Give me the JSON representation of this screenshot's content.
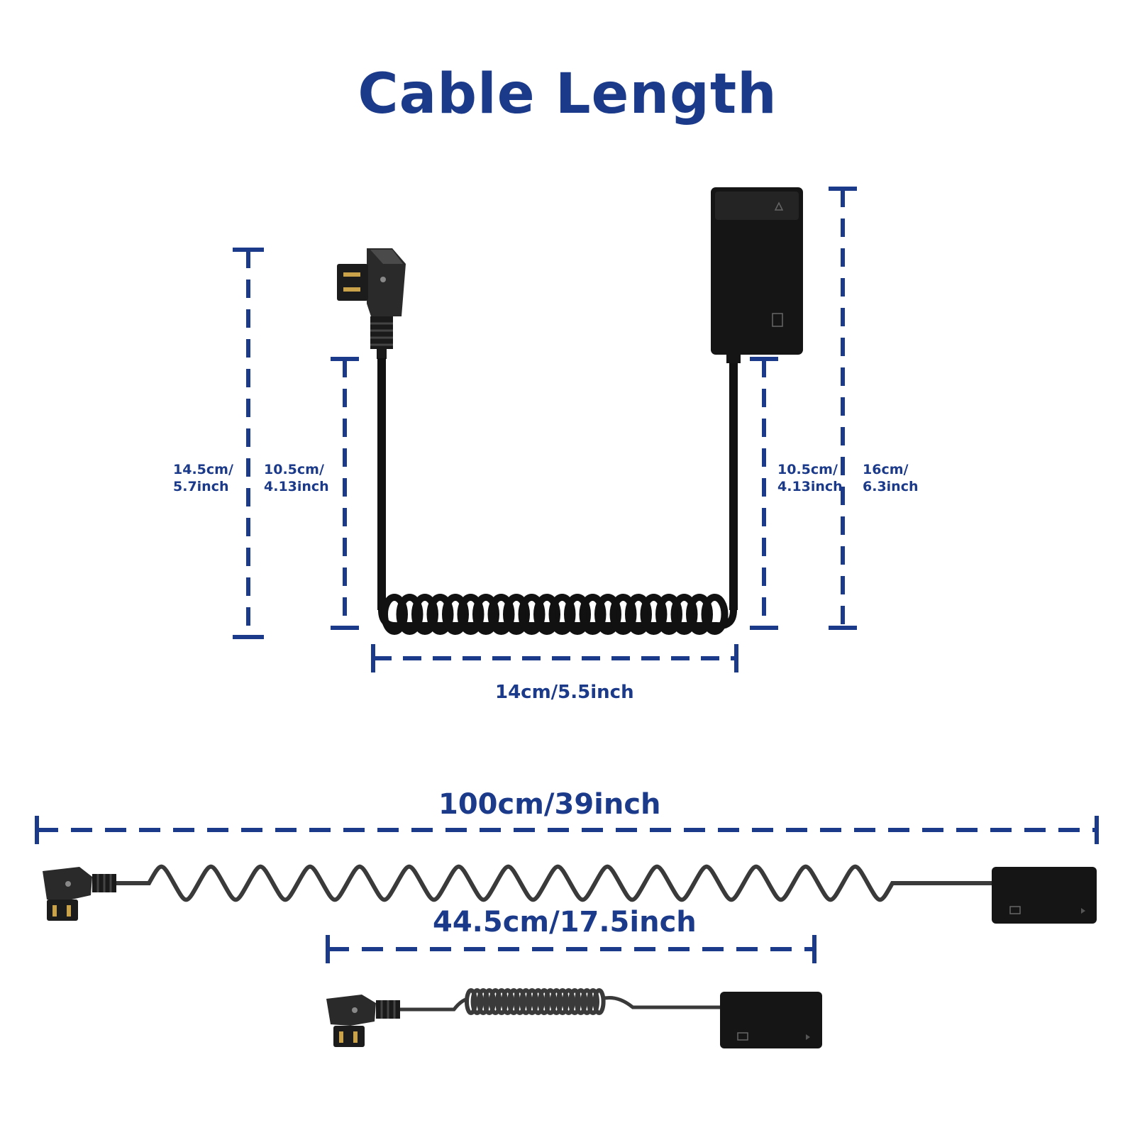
{
  "title": "Cable Length",
  "colors": {
    "dimension": "#1b3a8a",
    "cable": "#111111",
    "connector": "#2a2a2a"
  },
  "dimensions": {
    "left_outer": {
      "line1": "14.5cm/",
      "line2": "5.7inch"
    },
    "left_inner": {
      "line1": "10.5cm/",
      "line2": "4.13inch"
    },
    "right_inner": {
      "line1": "10.5cm/",
      "line2": "4.13inch"
    },
    "right_outer": {
      "line1": "16cm/",
      "line2": "6.3inch"
    },
    "coil_width": "14cm/5.5inch",
    "extended": "100cm/39inch",
    "retracted": "44.5cm/17.5inch"
  },
  "connectors": {
    "dtap_icon": "d-tap-plug-icon",
    "dummy_battery_icon": "dummy-battery-icon"
  }
}
